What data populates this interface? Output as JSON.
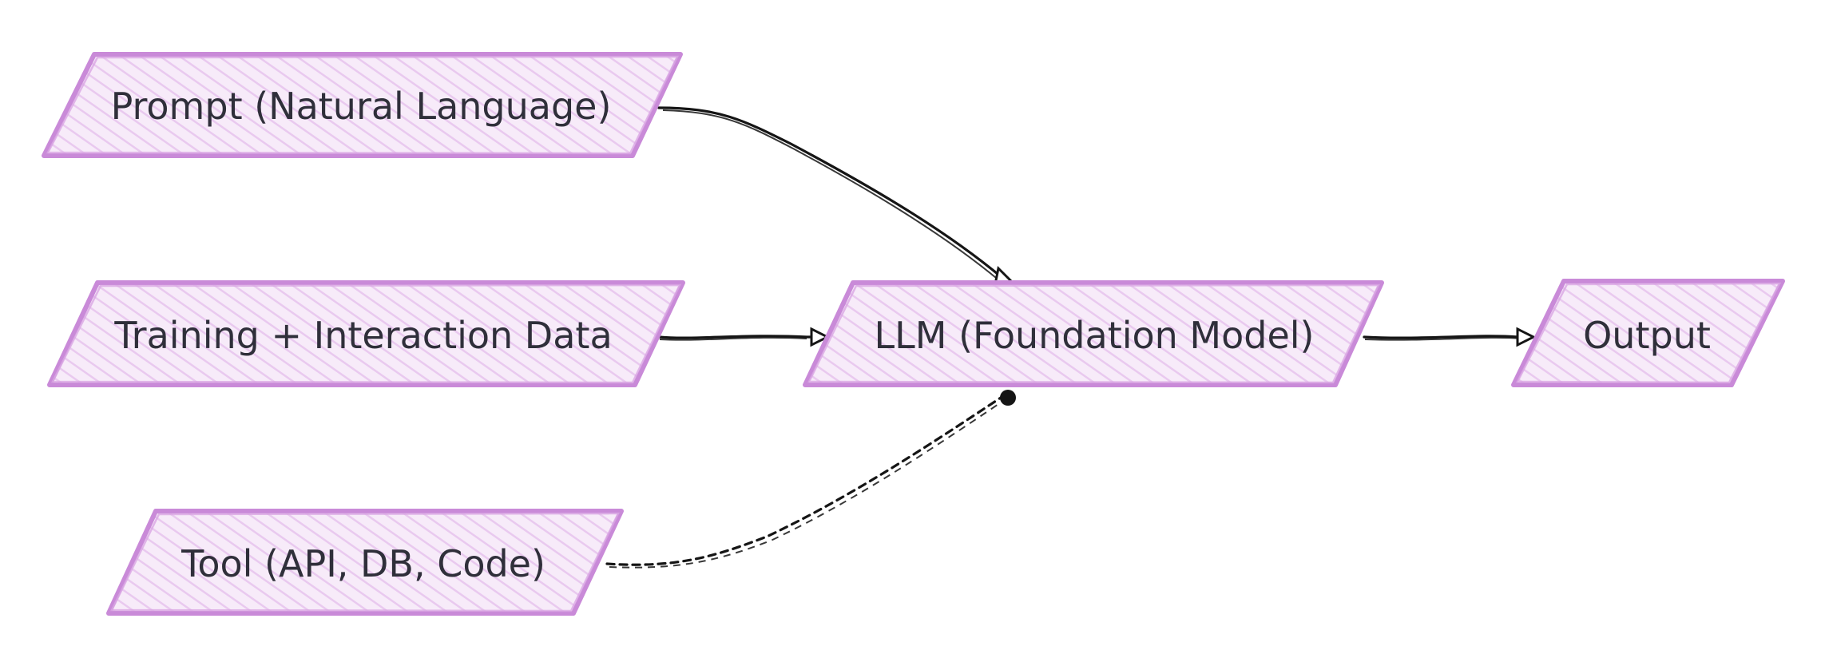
{
  "diagram": {
    "nodes": {
      "prompt": {
        "label": "Prompt (Natural Language)"
      },
      "training": {
        "label": "Training + Interaction Data"
      },
      "tool": {
        "label": "Tool (API, DB, Code)"
      },
      "llm": {
        "label": "LLM (Foundation Model)"
      },
      "output": {
        "label": "Output"
      }
    },
    "edges": [
      {
        "from": "prompt",
        "to": "llm",
        "style": "solid",
        "head": "open-arrow"
      },
      {
        "from": "training",
        "to": "llm",
        "style": "solid",
        "head": "open-arrow"
      },
      {
        "from": "tool",
        "to": "llm",
        "style": "dashed",
        "head": "filled-dot"
      },
      {
        "from": "llm",
        "to": "output",
        "style": "solid",
        "head": "open-arrow"
      }
    ],
    "colors": {
      "node_stroke": "#c98ad8",
      "node_fill": "#f6e8f8",
      "hatch": "#e7c2ee",
      "text": "#2f2f3a",
      "edge": "#151515"
    }
  }
}
